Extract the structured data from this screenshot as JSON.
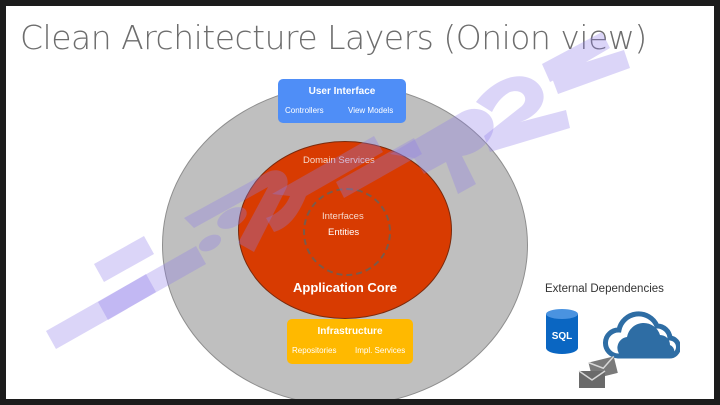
{
  "title": "Clean Architecture Layers (Onion view)",
  "user_interface": {
    "title": "User Interface",
    "items": [
      "Controllers",
      "View Models"
    ]
  },
  "core": {
    "domain_services": "Domain Services",
    "interfaces": "Interfaces",
    "entities": "Entities",
    "label": "Application Core"
  },
  "infrastructure": {
    "title": "Infrastructure",
    "items": [
      "Repositories",
      "Impl. Services"
    ]
  },
  "external": {
    "label": "External Dependencies",
    "icons": [
      "sql-database-icon",
      "cloud-icon",
      "mail-icon"
    ],
    "sql_text": "SQL"
  },
  "watermark": "HUJIR 24",
  "colors": {
    "ui_blue": "#4f8ef7",
    "infra_yellow": "#ffb900",
    "core_orange": "#d83b01",
    "ring_gray": "#bfbfbf",
    "sql_blue": "#0a66c2",
    "cloud_blue": "#2e6da4"
  }
}
